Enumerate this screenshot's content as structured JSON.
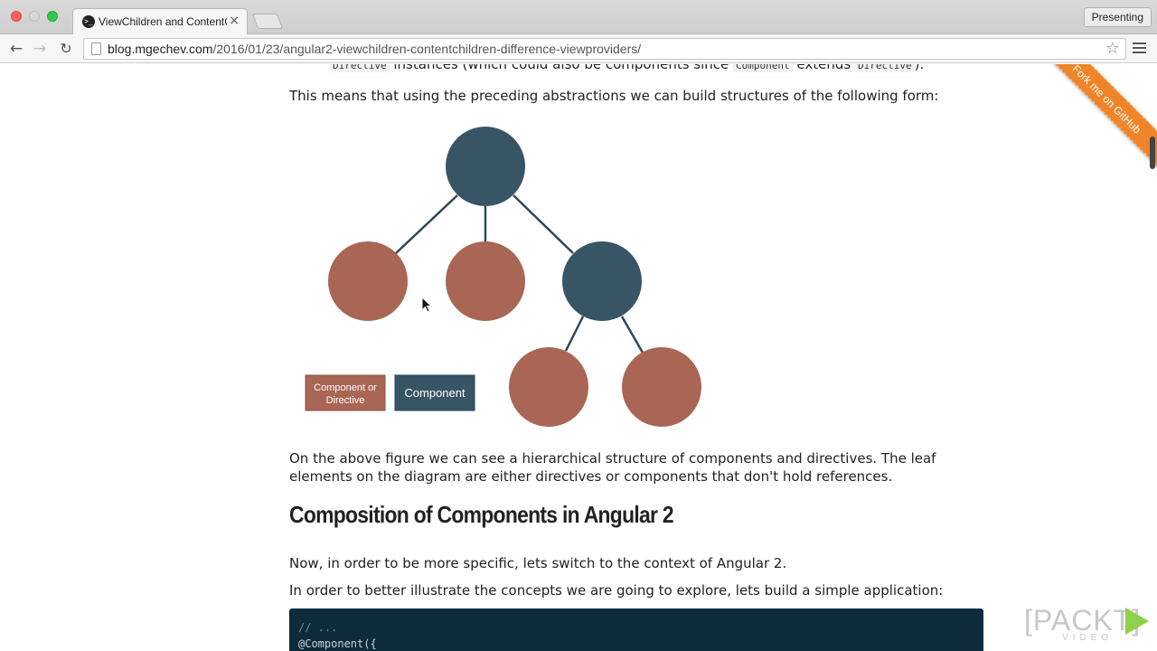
{
  "window": {
    "tab_title": "ViewChildren and ContentC",
    "tab_favicon": ">_",
    "tab_close": "×",
    "presenting_label": "Presenting"
  },
  "toolbar": {
    "back_icon": "←",
    "forward_icon": "→",
    "reload_icon": "↻",
    "url_host": "blog.mgechev.com",
    "url_path": "/2016/01/23/angular2-viewchildren-contentchildren-difference-viewproviders/",
    "star_icon": "☆"
  },
  "article": {
    "partial_code_1": "Directive",
    "partial_text_1": " instances (which could also be components since ",
    "partial_code_2": "Component",
    "partial_text_2": " extends ",
    "partial_code_3": "Directive",
    "partial_text_3": ").",
    "paragraph_1": "This means that using the preceding abstractions we can build structures of the following form:",
    "paragraph_2": "On the above figure we can see a hierarchical structure of components and directives. The leaf elements on the diagram are either directives or components that don't hold references.",
    "heading": "Composition of Components in Angular 2",
    "paragraph_3": "Now, in order to be more specific, lets switch to the context of Angular 2.",
    "paragraph_4": "In order to better illustrate the concepts we are going to explore, lets build a simple application:"
  },
  "diagram": {
    "legend_directive": "Component or Directive",
    "legend_component": "Component",
    "colors": {
      "component": "#375564",
      "directive": "#a96654",
      "edge": "#2e4856"
    }
  },
  "code": {
    "line_1": "// ...",
    "line_2": "@Component({"
  },
  "ribbon": {
    "text": "Fork me on GitHub",
    "color": "#f08428"
  },
  "watermark": {
    "word": "[PACKT]",
    "sub": "VIDEO"
  }
}
